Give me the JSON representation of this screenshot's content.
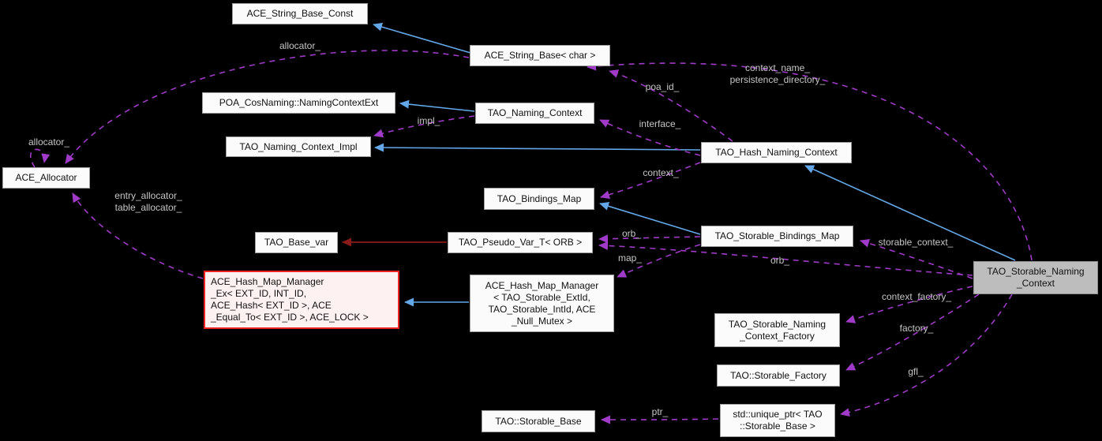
{
  "diagram": {
    "title": "TAO_Storable_Naming_Context collaboration diagram",
    "colors": {
      "background": "#000000",
      "inheritance_arrow": "#63a7e8",
      "usage_arrow": "#a03ac8",
      "template_arrow": "#8b1a1a",
      "node_fill": "#fbfbfb",
      "node_border": "#9f9f9f",
      "current_node_fill": "#bdbdbd",
      "highlight_node_fill": "#fdf1f1",
      "highlight_node_border": "#ee2222",
      "edge_label_color": "#c6c6c6"
    },
    "nodes": {
      "ace_string_base_const": {
        "label": "ACE_String_Base_Const"
      },
      "ace_string_base": {
        "label": "ACE_String_Base< char >"
      },
      "poa_cosnaming": {
        "label": "POA_CosNaming::NamingContextExt"
      },
      "tao_naming_context": {
        "label": "TAO_Naming_Context"
      },
      "tao_naming_context_impl": {
        "label": "TAO_Naming_Context_Impl"
      },
      "tao_hash_naming_context": {
        "label": "TAO_Hash_Naming_Context"
      },
      "ace_allocator": {
        "label": "ACE_Allocator"
      },
      "tao_bindings_map": {
        "label": "TAO_Bindings_Map"
      },
      "tao_base_var": {
        "label": "TAO_Base_var"
      },
      "tao_pseudo_var": {
        "label": "TAO_Pseudo_Var_T< ORB >"
      },
      "tao_storable_bindings_map": {
        "label": "TAO_Storable_Bindings_Map"
      },
      "ace_hash_map_manager_ex": {
        "label": "ACE_Hash_Map_Manager\n_Ex< EXT_ID, INT_ID,\n ACE_Hash< EXT_ID >, ACE\n_Equal_To< EXT_ID >, ACE_LOCK >"
      },
      "ace_hash_map_manager": {
        "label": "ACE_Hash_Map_Manager\n< TAO_Storable_ExtId,\n TAO_Storable_IntId, ACE\n_Null_Mutex >"
      },
      "tao_storable_naming_context": {
        "label": "TAO_Storable_Naming\n_Context"
      },
      "tao_storable_naming_context_factory": {
        "label": "TAO_Storable_Naming\n_Context_Factory"
      },
      "tao_storable_factory": {
        "label": "TAO::Storable_Factory"
      },
      "std_unique_ptr": {
        "label": "std::unique_ptr< TAO\n::Storable_Base >"
      },
      "tao_storable_base": {
        "label": "TAO::Storable_Base"
      }
    },
    "edge_labels": {
      "allocator_top": "allocator_",
      "allocator_self": "allocator_",
      "entry_table": "entry_allocator_\ntable_allocator_",
      "context_name": "context_name_\npersistence_directory_",
      "poa_id": "poa_id_",
      "interface": "interface_",
      "impl": "impl_",
      "context": "context_",
      "orb_upper": "orb_",
      "map": "map_",
      "storable_context": "storable_context_",
      "orb_lower": "orb_",
      "context_factory": "context_factory_",
      "factory": "factory_",
      "gfl": "gfl_",
      "ptr": "ptr_"
    }
  }
}
